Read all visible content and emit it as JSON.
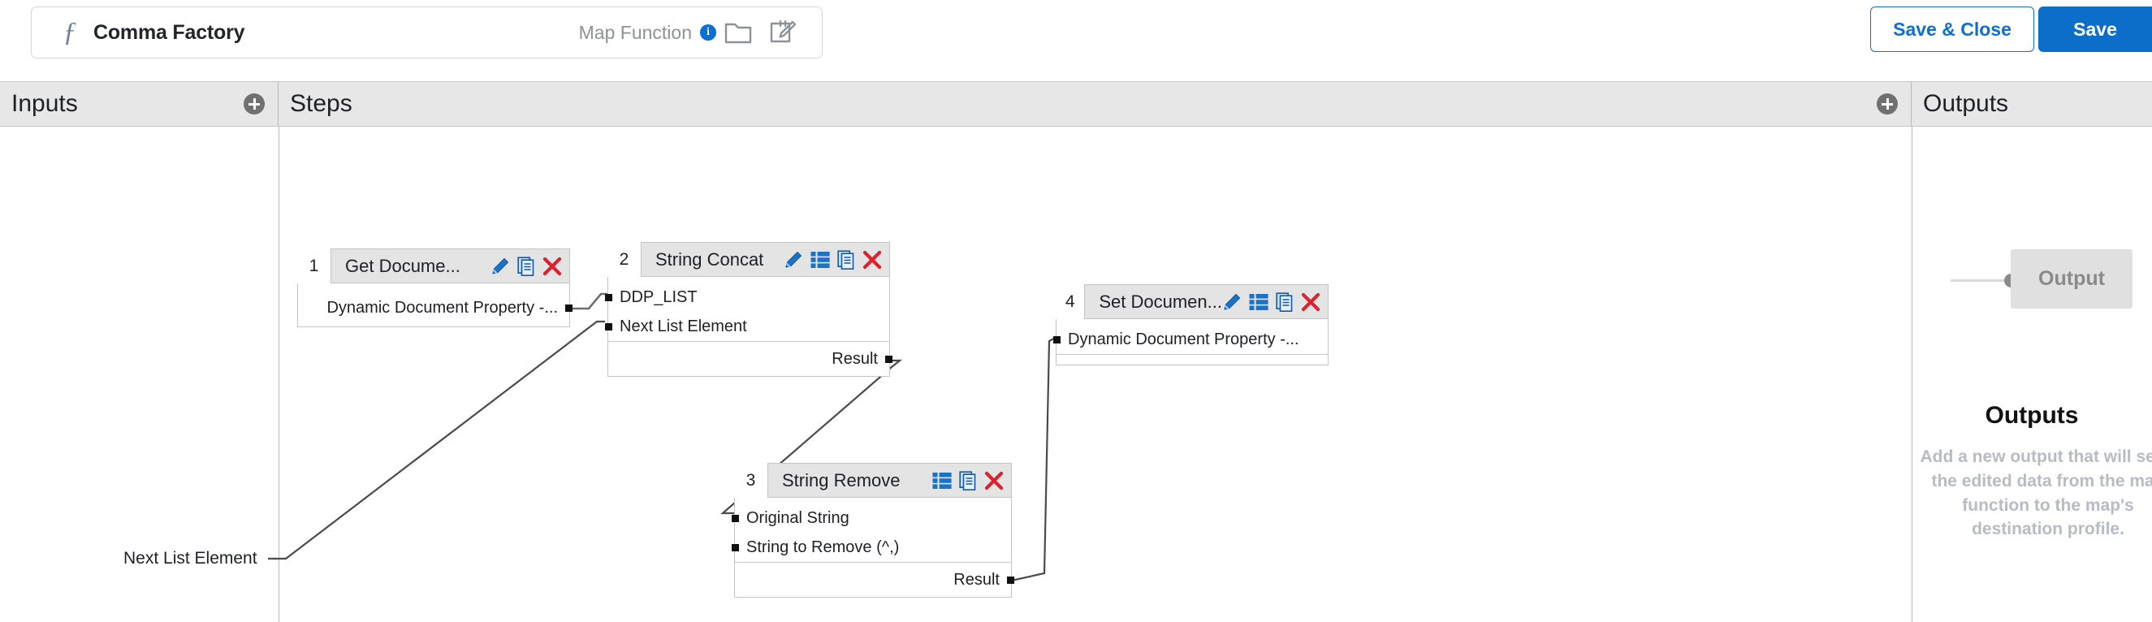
{
  "header": {
    "fx_icon": "function-icon",
    "title": "Comma Factory",
    "type_label": "Map Function",
    "info_icon": "info-icon",
    "folder_icon": "folder-icon",
    "edit_icon": "edit-note-icon",
    "save_close_label": "Save & Close",
    "save_label": "Save",
    "accent_blue": "#0b6fd4"
  },
  "panels": {
    "inputs": {
      "title": "Inputs",
      "add_icon": "plus-circle-icon"
    },
    "steps": {
      "title": "Steps",
      "add_icon": "plus-circle-icon"
    },
    "outputs": {
      "title": "Outputs"
    }
  },
  "inputs": {
    "items": [
      {
        "label": "Next List Element"
      }
    ]
  },
  "steps": [
    {
      "number": "1",
      "title": "Get Docume...",
      "icons": [
        "pencil-icon",
        "copy-icon",
        "delete-x-icon"
      ],
      "inputs": [],
      "body_rows": [
        {
          "label": "Dynamic Document Property -...",
          "port": "right"
        }
      ],
      "outputs": []
    },
    {
      "number": "2",
      "title": "String Concat",
      "icons": [
        "pencil-icon",
        "list-icon",
        "copy-icon",
        "delete-x-icon"
      ],
      "inputs": [
        {
          "label": "DDP_LIST"
        },
        {
          "label": "Next List Element"
        }
      ],
      "outputs": [
        {
          "label": "Result"
        }
      ]
    },
    {
      "number": "3",
      "title": "String Remove",
      "icons": [
        "list-icon",
        "copy-icon",
        "delete-x-icon"
      ],
      "inputs": [
        {
          "label": "Original String"
        },
        {
          "label": "String to Remove (^,)"
        }
      ],
      "outputs": [
        {
          "label": "Result"
        }
      ]
    },
    {
      "number": "4",
      "title": "Set Documen...",
      "icons": [
        "pencil-icon",
        "list-icon",
        "copy-icon",
        "delete-x-icon"
      ],
      "inputs": [
        {
          "label": "Dynamic Document Property -..."
        }
      ],
      "outputs": []
    }
  ],
  "outputs_panel": {
    "placeholder_label": "Output",
    "empty_title": "Outputs",
    "empty_description": "Add a new output that will send the edited data from the map function to the map's destination profile."
  }
}
